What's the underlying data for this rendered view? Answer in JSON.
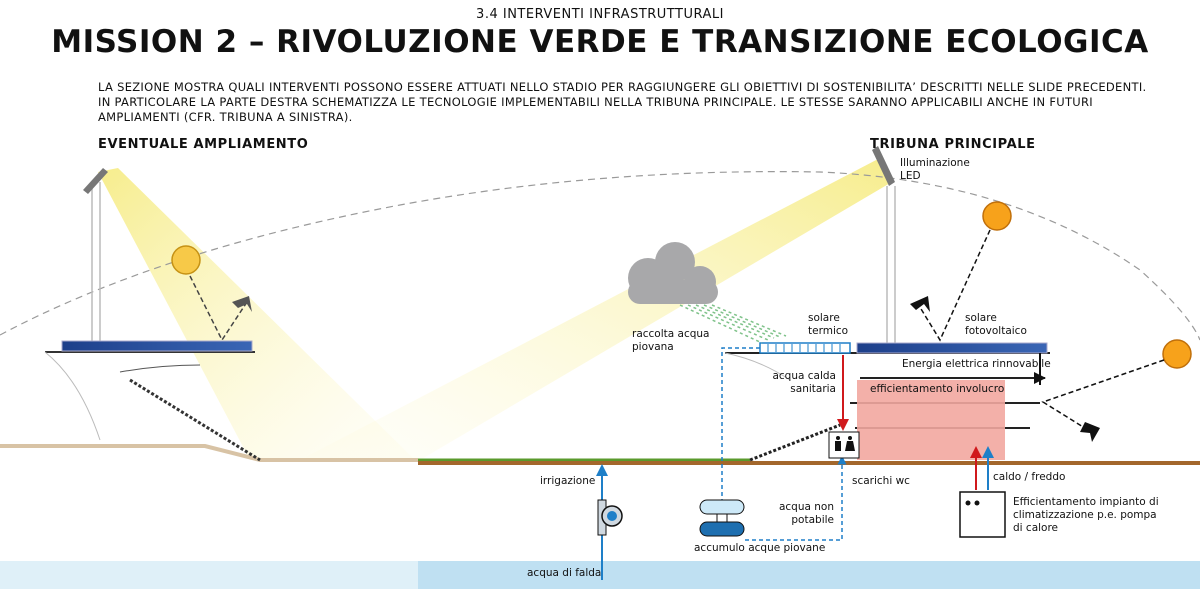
{
  "header": {
    "subtitle": "3.4 INTERVENTI INFRASTRUTTURALI",
    "title": "MISSION 2 – RIVOLUZIONE VERDE E TRANSIZIONE ECOLOGICA",
    "intro": "LA SEZIONE MOSTRA QUALI INTERVENTI POSSONO ESSERE ATTUATI NELLO STADIO PER RAGGIUNGERE GLI OBIETTIVI DI SOSTENIBILITA’ DESCRITTI NELLE SLIDE PRECEDENTI. IN PARTICOLARE LA PARTE DESTRA SCHEMATIZZA LE TECNOLOGIE IMPLEMENTABILI NELLA TRIBUNA PRINCIPALE. LE STESSE SARANNO APPLICABILI ANCHE IN FUTURI AMPLIAMENTI (CFR. TRIBUNA A SINISTRA)."
  },
  "sections": {
    "left": "EVENTUALE AMPLIAMENTO",
    "right": "TRIBUNA PRINCIPALE"
  },
  "labels": {
    "led": "Illuminazione LED",
    "solar_thermal": "solare termico",
    "solar_pv": "solare fotovoltaico",
    "rainwater": "raccolta acqua piovana",
    "renewable_energy": "Energia elettrica rinnovabile",
    "hot_water": "acqua calda sanitaria",
    "envelope": "efficientamento involucro",
    "irrigation": "irrigazione",
    "wc_drains": "scarichi wc",
    "non_potable": "acqua non potabile",
    "hot_cold": "caldo / freddo",
    "hvac": "Efficientamento impianto di climatizzazione p.e. pompa di calore",
    "rain_storage": "accumulo acque piovane",
    "groundwater": "acqua di falda"
  },
  "colors": {
    "sun": "#f7c948",
    "sun_stroke": "#c69214",
    "light_beam": "#fbf3a8",
    "cloud": "#a8a8aa",
    "rain": "#7fc28a",
    "envelope_fill": "#f2a7a0",
    "water_blue": "#1e7fc8",
    "hot_red": "#d0191c",
    "ground_brown": "#a3672c",
    "ground_tan": "#d8c3a5",
    "grass": "#5a9a2c",
    "aquifer": "#bfe0f2"
  }
}
